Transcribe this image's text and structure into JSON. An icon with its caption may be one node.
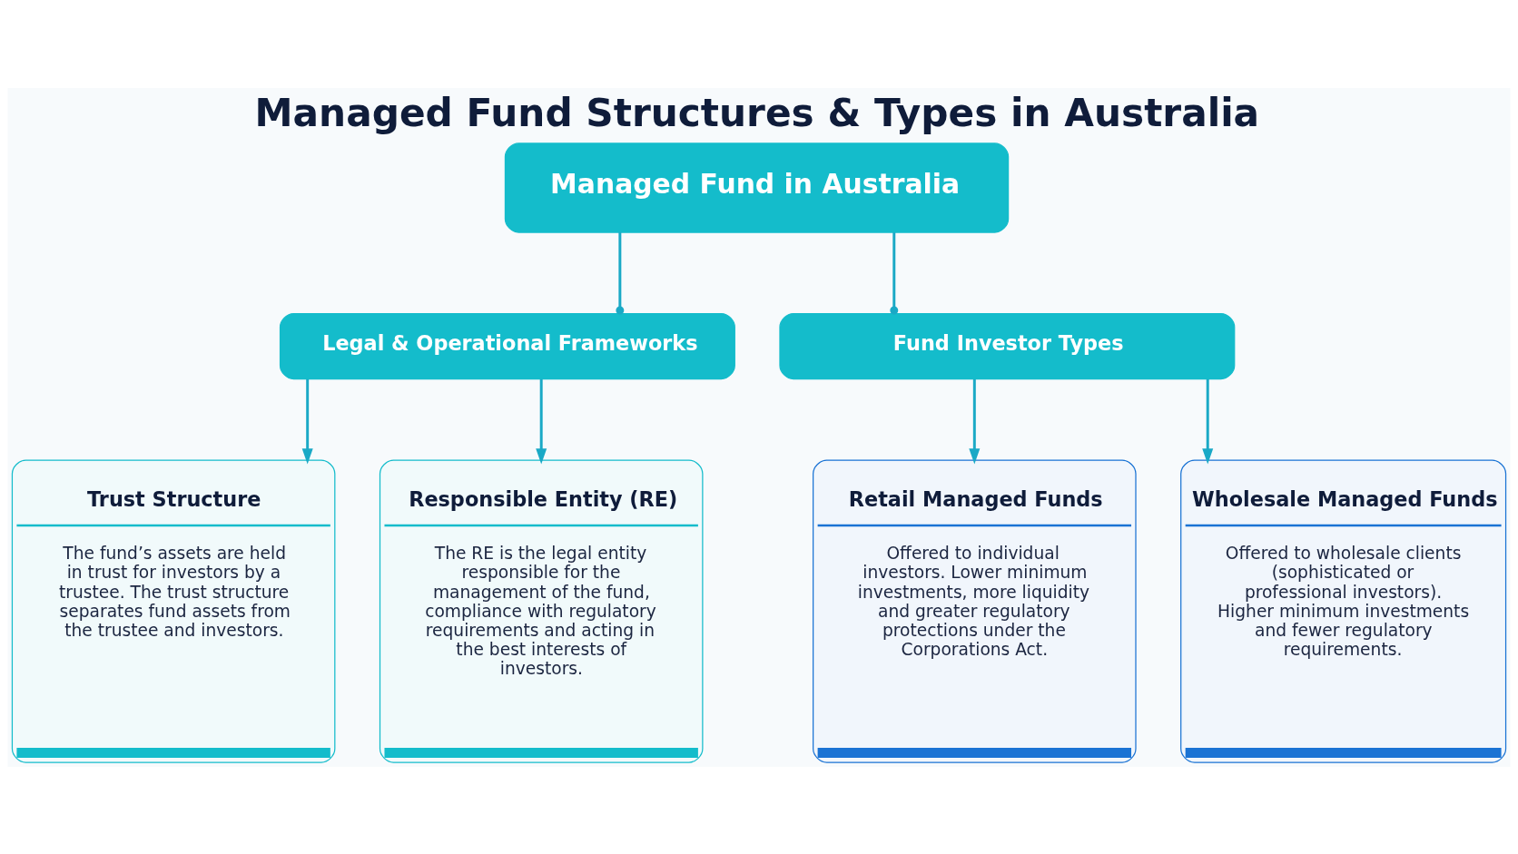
{
  "diagram": {
    "title": "Managed Fund Structures & Types in Australia",
    "nodes": [
      {
        "text": [
          "Managed Fund in Australia"
        ]
      },
      {
        "text": [
          "Legal & Operational Frameworks"
        ]
      },
      {
        "text": [
          "Fund Investor Types"
        ]
      },
      {
        "text": [
          "Trust Structure",
          "The fund’s assets are held in trust for investors by a trustee. The trust structure separates fund assets from the trustee and investors."
        ]
      },
      {
        "text": [
          "Responsible Entity (RE)",
          "The RE is the legal entity responsible for the management of the fund, compliance with regulatory requirements and acting in the best interests of investors."
        ]
      },
      {
        "text": [
          "Retail Managed Funds",
          "Offered to individual investors. Lower minimum investments, more liquidity and greater regulatory protections under the Corporations Act."
        ]
      },
      {
        "text": [
          "Wholesale Managed Funds",
          "Offered to wholesale clients (sophisticated or professional investors). Higher minimum investments and fewer regulatory requirements."
        ]
      }
    ],
    "edges": [
      {
        "from": 0,
        "to": 1,
        "arrow": "other"
      },
      {
        "from": 0,
        "to": 2,
        "arrow": "other"
      },
      {
        "from": 1,
        "to": 3,
        "arrow": "to"
      },
      {
        "from": 1,
        "to": 4,
        "arrow": "to"
      },
      {
        "from": 2,
        "to": 5,
        "arrow": "to"
      },
      {
        "from": 2,
        "to": 6,
        "arrow": "to"
      }
    ]
  }
}
